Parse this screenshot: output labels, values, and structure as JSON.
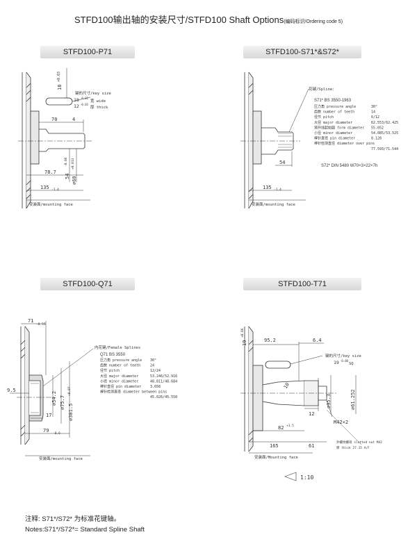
{
  "title": {
    "main": "STFD100输出轴的安装尺寸/STFD100 Shaft Options",
    "sub": "(编码标识/Ordering code 5)"
  },
  "panels": {
    "p71": {
      "label": "STFD100-P71",
      "key_note_title": "键的尺寸/key size",
      "key_wide": "宽 wide",
      "key_thick": "厚 thick",
      "dims": {
        "d18": "18",
        "d18tol": "+0.03",
        "kw18": "18",
        "kw18tol": "-0.01",
        "kw12": "12",
        "kw12tol": "-0.01",
        "d70": "70",
        "d4": "4",
        "d787": "78.7",
        "d54": "54",
        "d54tol": "-0.06",
        "d60": "⌀60",
        "d60tol": "+0.013",
        "d135": "135",
        "d135tol": "-1.4",
        "mount": "安装面/mounting face"
      }
    },
    "s71": {
      "label": "STFD100-S71*&S72*",
      "spline_title": "花键/Spline:",
      "std": "S71* BS 3550-1963",
      "rows": [
        {
          "k": "压力角 pressure angle",
          "v": "30°"
        },
        {
          "k": "齿数 number of teeth",
          "v": "14"
        },
        {
          "k": "径节 pitch",
          "v": "6/12"
        },
        {
          "k": "大径 major diameter",
          "v": "62.553/62.425"
        },
        {
          "k": "渐开线起始圆 form diameter",
          "v": "55.052"
        },
        {
          "k": "小径 minor diameter",
          "v": "54.085/53.525"
        },
        {
          "k": "棒针直径 pin diameter",
          "v": "8.128"
        },
        {
          "k": "棒针检测直径 diameter over pins",
          "v": ""
        },
        {
          "k": "",
          "v": "77.593/71.544"
        }
      ],
      "s72": "S72* DIN 5480 W70×3×22×7h",
      "dims": {
        "d54": "54",
        "d135": "135",
        "d135tol": "-1.4",
        "mount": "安装面/mounting face"
      }
    },
    "q71": {
      "label": "STFD100-Q71",
      "spline_title": "内花键/Female Splines",
      "std": "Q71 BS 3550",
      "rows": [
        {
          "k": "压力角 pressure angle",
          "v": "30°"
        },
        {
          "k": "齿数 number of teeth",
          "v": "24"
        },
        {
          "k": "径节 pitch",
          "v": "12/24"
        },
        {
          "k": "大径 major diameter",
          "v": "53.246/52.916"
        },
        {
          "k": "小径 minor diameter",
          "v": "48.811/48.684"
        },
        {
          "k": "棒针直径 pin diameter",
          "v": "3.658"
        },
        {
          "k": "棒针检测直径 diameter between pins",
          "v": ""
        },
        {
          "k": "",
          "v": "45.026/45.550"
        }
      ],
      "dims": {
        "d71": "71",
        "d71tol": "-0.55",
        "d95": "9.5",
        "d542": "⌀54.2",
        "d757": "⌀75.7",
        "d3015": "⌀301.5",
        "d3015tol": "+0.07",
        "d17": "17",
        "d79": "79",
        "d79tol": "-0.6",
        "mount": "安装面/mounting face"
      }
    },
    "t71": {
      "label": "STFD100-T71",
      "key_note_title": "键的尺寸/key size",
      "key_size": "19",
      "key_tol": "-0.06",
      "key_sq": "SQ",
      "nut_note_1": "外螺纹螺母 slotted nut M42",
      "nut_note_2": "厚 thick 27.15 A/F",
      "scale": "1:10",
      "dims": {
        "d19": "19",
        "d19tol": "+0.06",
        "d952": "95.2",
        "d64": "6.4",
        "d12": "12",
        "d953": "⌀95.3",
        "d6125": "⌀61.252",
        "d10": "10",
        "m42": "M42×2",
        "d82": "82",
        "d82tol": "+1.5",
        "d165": "165",
        "d61": "61",
        "mount": "安装面/Mounting face"
      }
    }
  },
  "notes": {
    "cn": "注释: S71*/S72* 为标准花键轴。",
    "en": "Notes:S71*/S72*= Standard Spline Shaft"
  }
}
